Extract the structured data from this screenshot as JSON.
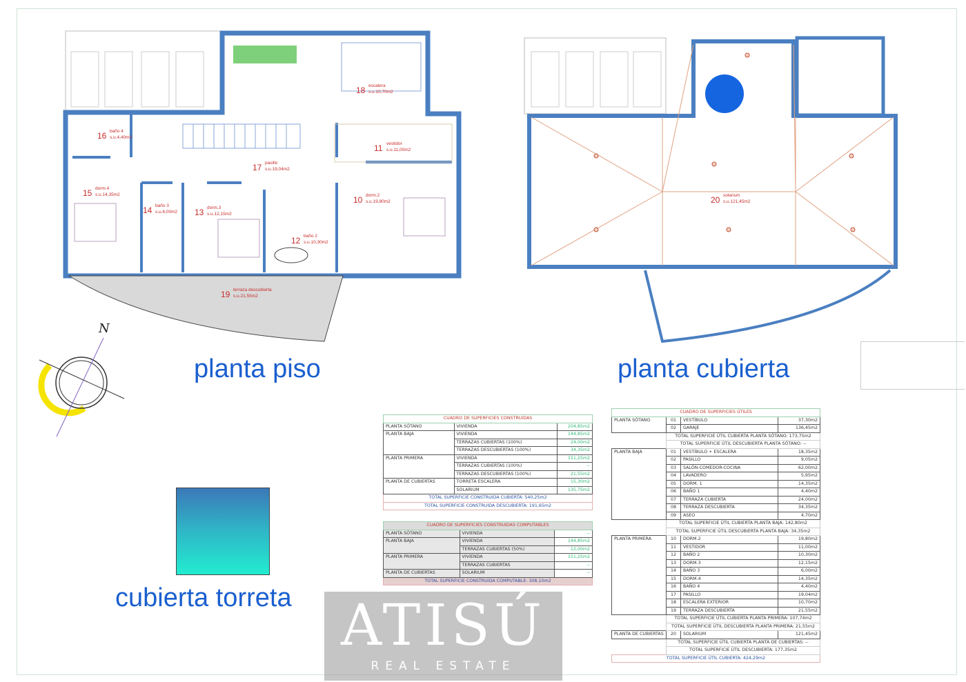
{
  "titles": {
    "piso": "planta piso",
    "cubierta": "planta cubierta",
    "torreta": "cubierta torreta"
  },
  "compass": {
    "north": "N"
  },
  "colors": {
    "wall": "#4a7fc1",
    "label": "#d03030",
    "title": "#1a5fcf",
    "value": "#2bb673"
  },
  "rooms_piso": [
    {
      "num": "18",
      "name": "escalera",
      "area": "s.u.10,70m2"
    },
    {
      "num": "16",
      "name": "baño 4",
      "area": "s.u.4,40m2"
    },
    {
      "num": "11",
      "name": "vestidor",
      "area": "s.u.11,00m2"
    },
    {
      "num": "17",
      "name": "pasillo",
      "area": "s.u.19,04m2"
    },
    {
      "num": "15",
      "name": "dorm.4",
      "area": "s.u.14,35m2"
    },
    {
      "num": "10",
      "name": "dorm.2",
      "area": "s.u.19,80m2"
    },
    {
      "num": "14",
      "name": "baño 3",
      "area": "s.u.6,00m2"
    },
    {
      "num": "13",
      "name": "dorm.3",
      "area": "s.u.12,15m2"
    },
    {
      "num": "12",
      "name": "baño 2",
      "area": "s.u.10,30m2"
    },
    {
      "num": "19",
      "name": "terraza descubierta",
      "area": "s.u.21,55m2"
    }
  ],
  "rooms_cubierta": [
    {
      "num": "20",
      "name": "solarium",
      "area": "s.u.121,45m2"
    }
  ],
  "construidas": {
    "caption": "CUADRO DE SUPERFICIES CONSTRUIDAS",
    "groups": [
      {
        "floor": "PLANTA SÓTANO",
        "rows": [
          [
            "VIVIENDA",
            "204,85m2"
          ]
        ]
      },
      {
        "floor": "PLANTA BAJA",
        "rows": [
          [
            "VIVIENDA",
            "144,85m2"
          ],
          [
            "TERRAZAS CUBIERTAS (100%)",
            "24,00m2"
          ],
          [
            "TERRAZAS DESCUBIERTAS (100%)",
            "34,35m2"
          ]
        ]
      },
      {
        "floor": "PLANTA PRIMERA",
        "rows": [
          [
            "VIVIENDA",
            "151,25m2"
          ],
          [
            "TERRAZAS CUBIERTAS (100%)",
            "--"
          ],
          [
            "TERRAZAS DESCUBIERTAS (100%)",
            "21,55m2"
          ]
        ]
      },
      {
        "floor": "PLANTA DE CUBIERTAS",
        "rows": [
          [
            "TORRETA ESCALERA",
            "15,30m2"
          ],
          [
            "SOLARIUM",
            "135,75m2"
          ]
        ]
      }
    ],
    "totals": [
      "TOTAL SUPERFICIE CONSTRUIDA CUBIERTA: 540,25m2",
      "TOTAL SUPERFICIE CONSTRUIDA DESCUBIERTA: 191,65m2"
    ]
  },
  "computables": {
    "caption": "CUADRO DE SUPERFICIES CONSTRUIDAS COMPUTABLES",
    "groups": [
      {
        "floor": "PLANTA SÓTANO",
        "rows": [
          [
            "VIVIENDA",
            "--"
          ]
        ]
      },
      {
        "floor": "PLANTA BAJA",
        "rows": [
          [
            "VIVIENDA",
            "144,85m2"
          ],
          [
            "TERRAZAS CUBIERTAS (50%)",
            "12,00m2"
          ]
        ]
      },
      {
        "floor": "PLANTA PRIMERA",
        "rows": [
          [
            "VIVIENDA",
            "151,25m2"
          ],
          [
            "TERRAZAS CUBIERTAS",
            "--"
          ]
        ]
      },
      {
        "floor": "PLANTA DE CUBIERTAS",
        "rows": [
          [
            "SOLARIUM",
            "--"
          ]
        ]
      }
    ],
    "totals": [
      "TOTAL SUPERFICIE CONSTRUIDA COMPUTABLE: 308,10m2"
    ]
  },
  "utiles": {
    "caption": "CUADRO DE SUPERFICIES ÚTILES",
    "groups": [
      {
        "floor": "PLANTA SÓTANO",
        "rows": [
          [
            "01",
            "VESTÍBULO",
            "37,30m2"
          ],
          [
            "02",
            "GARAJE",
            "136,45m2"
          ]
        ],
        "totals": [
          "TOTAL SUPERFICIE ÚTIL CUBIERTA PLANTA SÓTANO:   173,75m2",
          "TOTAL SUPERFICIE ÚTIL DESCUBIERTA PLANTA SÓTANO:   --"
        ]
      },
      {
        "floor": "PLANTA BAJA",
        "rows": [
          [
            "01",
            "VESTÍBULO + ESCALERA",
            "18,35m2"
          ],
          [
            "02",
            "PASILLO",
            "9,05m2"
          ],
          [
            "03",
            "SALÓN-COMEDOR-COCINA",
            "62,00m2"
          ],
          [
            "04",
            "LAVADERO",
            "5,95m2"
          ],
          [
            "05",
            "DORM. 1",
            "14,35m2"
          ],
          [
            "06",
            "BAÑO 1",
            "4,40m2"
          ],
          [
            "07",
            "TERRAZA CUBIERTA",
            "24,00m2"
          ],
          [
            "08",
            "TERRAZA DESCUBIERTA",
            "34,35m2"
          ],
          [
            "09",
            "ASEO",
            "4,70m2"
          ]
        ],
        "totals": [
          "TOTAL SUPERFICIE ÚTIL CUBIERTA PLANTA BAJA:   142,80m2",
          "TOTAL SUPERFICIE ÚTIL DESCUBIERTA PLANTA BAJA:   34,35m2"
        ]
      },
      {
        "floor": "PLANTA PRIMERA",
        "rows": [
          [
            "10",
            "DORM.2",
            "19,80m2"
          ],
          [
            "11",
            "VESTIDOR",
            "11,00m2"
          ],
          [
            "12",
            "BAÑO 2",
            "10,30m2"
          ],
          [
            "13",
            "DORM.3",
            "12,15m2"
          ],
          [
            "14",
            "BAÑO 3",
            "6,00m2"
          ],
          [
            "15",
            "DORM.4",
            "14,35m2"
          ],
          [
            "16",
            "BAÑO 4",
            "4,40m2"
          ],
          [
            "17",
            "PASILLO",
            "19,04m2"
          ],
          [
            "18",
            "ESCALERA EXTERIOR",
            "10,70m2"
          ],
          [
            "19",
            "TERRAZA DESCUBIERTA",
            "21,55m2"
          ]
        ],
        "totals": [
          "TOTAL SUPERFICIE ÚTIL CUBIERTA PLANTA PRIMERA:   107,74m2",
          "TOTAL SUPERFICIE ÚTIL DESCUBIERTA PLANTA PRIMERA:   21,55m2"
        ]
      },
      {
        "floor": "PLANTA DE CUBIERTAS",
        "rows": [
          [
            "20",
            "SOLARIUM",
            "121,45m2"
          ]
        ],
        "totals": [
          "TOTAL SUPERFICIE ÚTIL CUBIERTA PLANTA DE CUBIERTAS:   --",
          "TOTAL SUPERFICIE ÚTIL DESCUBIERTA:   177,35m2"
        ]
      }
    ],
    "grand_total": "TOTAL SUPERFICIE ÚTIL CUBIERTA:  424,29m2"
  },
  "watermark": {
    "logo": "ATISÚ",
    "sub": "REAL ESTATE"
  }
}
